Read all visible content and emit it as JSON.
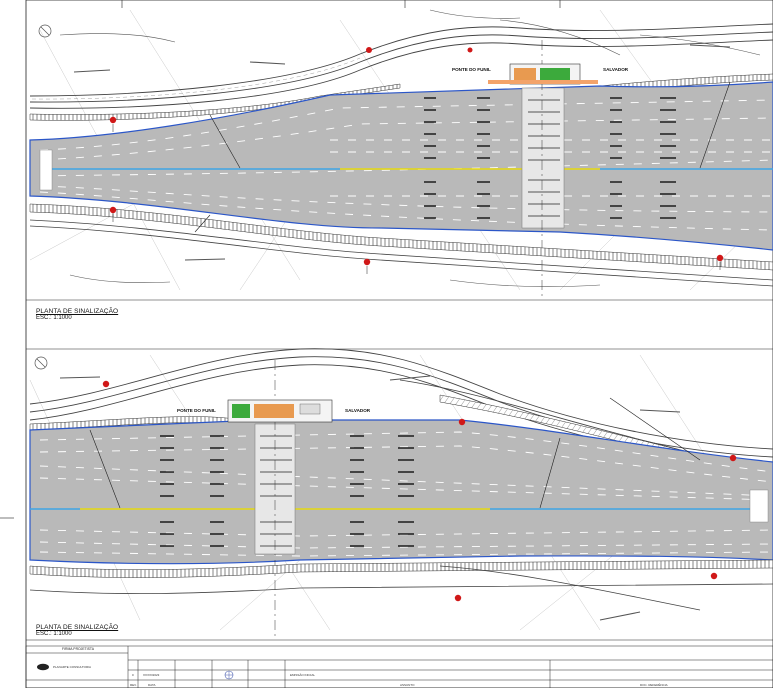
{
  "plan_top": {
    "title": "PLANTA DE SINALIZAÇÃO",
    "scale": "ESC.: 1:1000",
    "left_direction": "PONTE DO FUNIL",
    "right_direction": "SALVADOR"
  },
  "plan_bottom": {
    "title": "PLANTA DE SINALIZAÇÃO",
    "scale": "ESC.: 1:1000",
    "left_direction": "PONTE DO FUNIL",
    "right_direction": "SALVADOR"
  },
  "title_block": {
    "firm_label": "FIRMA PROJETISTA",
    "firm_name": "PLANARTE CONSULTORIA",
    "revision": "0",
    "date": "XX/XX/2023",
    "col_rev": "REV.",
    "col_date": "DATA",
    "col_desc": "EMISSÃO INICIAL",
    "col_subject": "ASSUNTO",
    "col_ref": "DOC. REFERÊNCIA"
  },
  "colors": {
    "asphalt": "#b9b9b9",
    "centerline_blue": "#3fa6e6",
    "centerline_yellow": "#e6d90f",
    "edge_blue": "#2b56c8",
    "sign_red": "#d01818",
    "building_green": "#3caa3c",
    "building_orange": "#e89a50"
  }
}
